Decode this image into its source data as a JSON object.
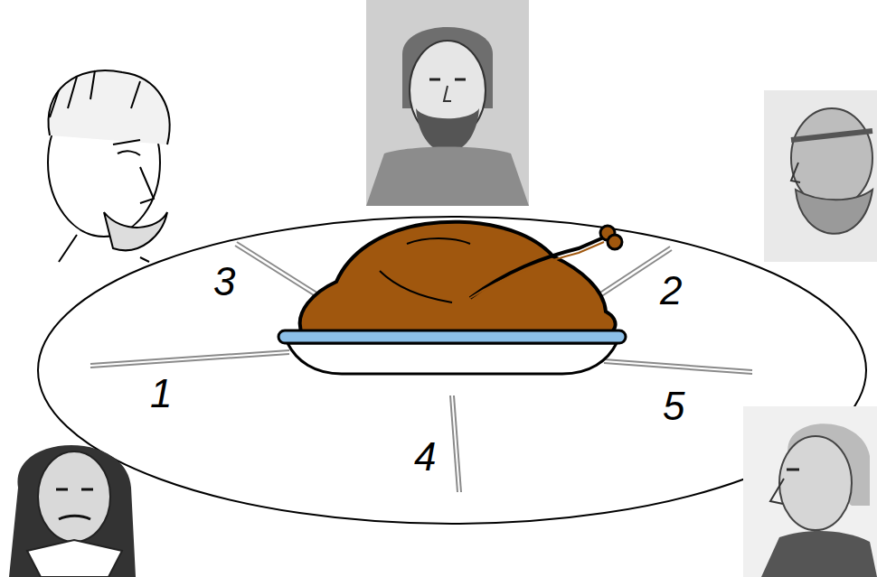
{
  "diagram": {
    "labels": [
      "3",
      "2",
      "1",
      "5",
      "4"
    ]
  }
}
